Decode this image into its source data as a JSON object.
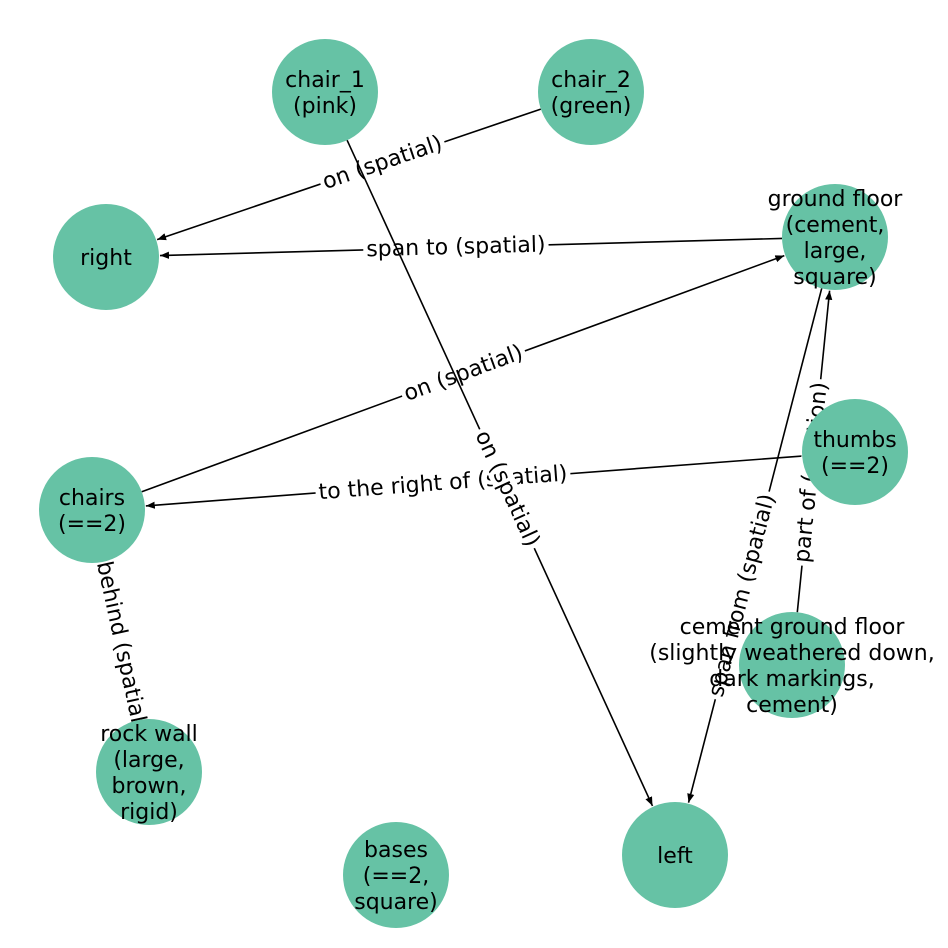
{
  "graph": {
    "node_color": "#66c2a5",
    "nodes": [
      {
        "id": "chair_1",
        "lines": [
          "chair_1",
          "(pink)"
        ]
      },
      {
        "id": "chair_2",
        "lines": [
          "chair_2",
          "(green)"
        ]
      },
      {
        "id": "right",
        "lines": [
          "right"
        ]
      },
      {
        "id": "ground_floor",
        "lines": [
          "ground floor",
          "(cement,",
          "large,",
          "square)"
        ]
      },
      {
        "id": "thumbs",
        "lines": [
          "thumbs",
          "(==2)"
        ]
      },
      {
        "id": "chairs",
        "lines": [
          "chairs",
          "(==2)"
        ]
      },
      {
        "id": "cement_ground_floor",
        "lines": [
          "cement ground floor",
          "(slightly weathered down,",
          "dark markings,",
          "cement)"
        ]
      },
      {
        "id": "rock_wall",
        "lines": [
          "rock wall",
          "(large,",
          "brown,",
          "rigid)"
        ]
      },
      {
        "id": "bases",
        "lines": [
          "bases",
          "(==2,",
          "square)"
        ]
      },
      {
        "id": "left",
        "lines": [
          "left"
        ]
      }
    ],
    "edges": [
      {
        "source": "chair_2",
        "target": "right",
        "label": "on (spatial)",
        "directed": true
      },
      {
        "source": "ground_floor",
        "target": "right",
        "label": "span to (spatial)",
        "directed": true
      },
      {
        "source": "chairs",
        "target": "ground_floor",
        "label": "on (spatial)",
        "directed": true
      },
      {
        "source": "thumbs",
        "target": "chairs",
        "label": "to the right of (spatial)",
        "directed": true
      },
      {
        "source": "chair_1",
        "target": "left",
        "label": "on (spatial)",
        "directed": true
      },
      {
        "source": "ground_floor",
        "target": "left",
        "label": "span from (spatial)",
        "directed": true
      },
      {
        "source": "cement_ground_floor",
        "target": "ground_floor",
        "label": "part of (relation)",
        "directed": true
      },
      {
        "source": "chairs",
        "target": "rock_wall",
        "label": "behind (spatial)",
        "directed": false
      }
    ]
  }
}
